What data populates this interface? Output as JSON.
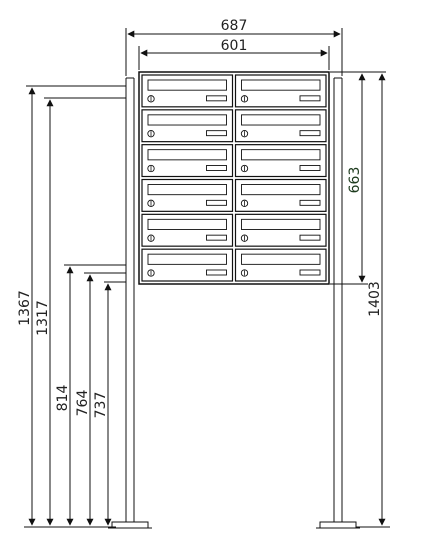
{
  "dimensions": {
    "overall_width": "687",
    "box_width": "601",
    "box_height": "663",
    "height_total_left": "1367",
    "height_post_left": "1317",
    "height_814": "814",
    "height_764": "764",
    "height_737": "737",
    "height_total_right": "1403"
  },
  "mailbox_grid": {
    "rows": 6,
    "columns": 2
  }
}
